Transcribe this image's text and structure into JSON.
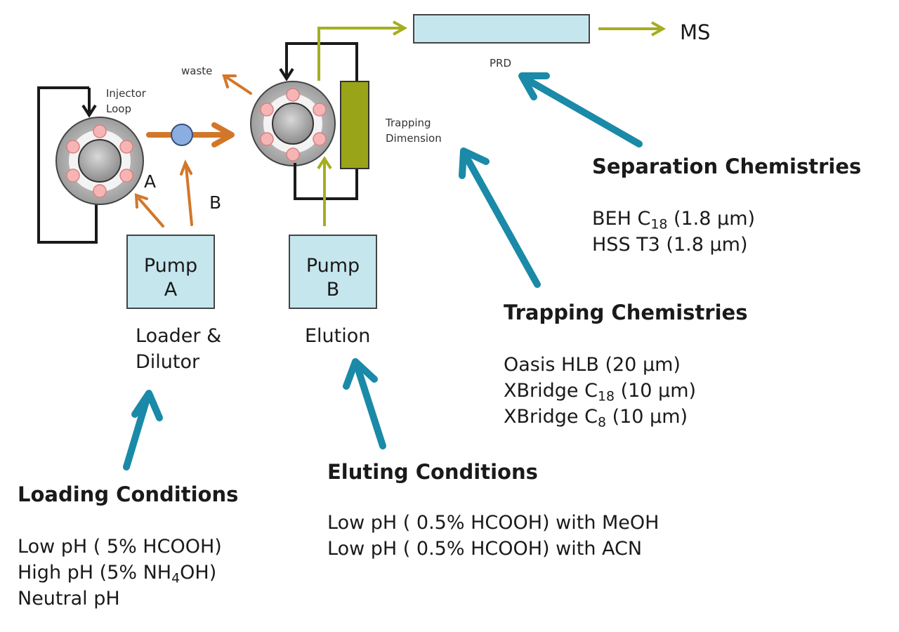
{
  "labels": {
    "injector_loop": [
      "Injector",
      "Loop"
    ],
    "waste": "waste",
    "valve_a": "A",
    "valve_b": "B",
    "prd": "PRD",
    "ms": "MS",
    "trapping_dimension": [
      "Trapping",
      "Dimension"
    ]
  },
  "pumps": [
    {
      "name": "Pump A",
      "line1": "Pump",
      "line2": "A",
      "role": [
        "Loader &",
        "Dilutor"
      ]
    },
    {
      "name": "Pump B",
      "line1": "Pump",
      "line2": "B",
      "role": [
        "Elution"
      ]
    }
  ],
  "sections": {
    "separation": {
      "title": "Separation Chemistries",
      "items": [
        {
          "pre": "BEH C",
          "sub": "18",
          "post": " (1.8 µm)"
        },
        {
          "pre": "HSS T3 (1.8 µm)",
          "sub": "",
          "post": ""
        }
      ]
    },
    "trapping": {
      "title": "Trapping Chemistries",
      "items": [
        {
          "pre": "Oasis HLB (20 µm)",
          "sub": "",
          "post": ""
        },
        {
          "pre": "XBridge C",
          "sub": "18",
          "post": " (10 µm)"
        },
        {
          "pre": "XBridge C",
          "sub": "8",
          "post": " (10 µm)"
        }
      ]
    },
    "eluting": {
      "title": "Eluting Conditions",
      "items": [
        {
          "pre": "Low pH ( 0.5% HCOOH) with MeOH",
          "sub": "",
          "post": ""
        },
        {
          "pre": "Low pH ( 0.5% HCOOH) with ACN",
          "sub": "",
          "post": ""
        }
      ]
    },
    "loading": {
      "title": "Loading Conditions",
      "items": [
        {
          "pre": "Low pH ( 5% HCOOH)",
          "sub": "",
          "post": ""
        },
        {
          "pre": "High pH (5% NH",
          "sub": "4",
          "post": "OH)"
        },
        {
          "pre": "Neutral pH",
          "sub": "",
          "post": ""
        }
      ]
    }
  },
  "colors": {
    "orange_flow": "#d2772a",
    "olive_flow": "#a6ad1f",
    "black_loop": "#1a1a1a",
    "teal_arrow": "#1a8aa8",
    "box_fill": "#c6e6ee",
    "trap_column": "#9aa418",
    "mixer": "#8aaee0"
  },
  "icons": [
    "valve-icon",
    "mixer-icon",
    "arrow-icon"
  ]
}
